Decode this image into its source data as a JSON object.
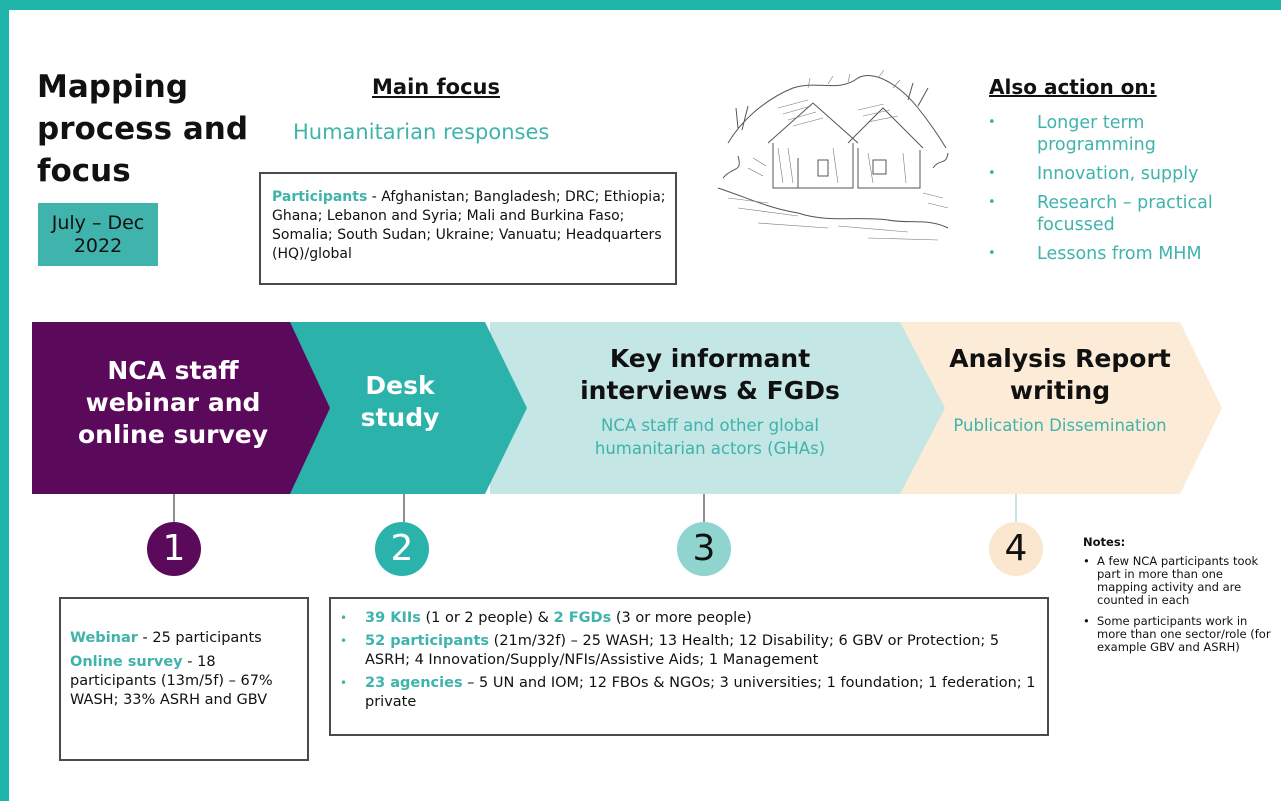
{
  "title": "Mapping process and focus",
  "date_range": "July – Dec 2022",
  "main_focus": {
    "heading": "Main focus",
    "subtitle": "Humanitarian responses",
    "participants_label": "Participants",
    "participants_text": " - Afghanistan; Bangladesh; DRC; Ethiopia; Ghana; Lebanon and Syria; Mali and Burkina Faso; Somalia; South Sudan; Ukraine; Vanuatu; Headquarters (HQ)/global"
  },
  "also_action": {
    "heading": "Also action on:",
    "items": [
      "Longer term programming",
      "Innovation, supply",
      "Research – practical focussed",
      "Lessons from MHM"
    ]
  },
  "stages": [
    {
      "number": "1",
      "title": "NCA staff webinar and online survey",
      "color": "#5b0a5b"
    },
    {
      "number": "2",
      "title": "Desk study",
      "color": "#2bb3ab"
    },
    {
      "number": "3",
      "title": "Key informant interviews & FGDs",
      "subtitle": "NCA staff and other global humanitarian actors (GHAs)",
      "color": "#c4e6e4"
    },
    {
      "number": "4",
      "title": "Analysis Report writing",
      "subtitle": "Publication Dissemination",
      "color": "#fcebd6"
    }
  ],
  "webinar": {
    "label": "Webinar",
    "text": " - 25 participants",
    "survey_label": "Online survey",
    "survey_text": " - 18 participants (13m/5f) – 67% WASH; 33% ASRH and GBV"
  },
  "kii": [
    {
      "label": "39 KIIs",
      "text": " (1 or 2 people) & ",
      "label2": "2 FGDs",
      "text2": " (3 or more people)"
    },
    {
      "label": "52 participants",
      "text": " (21m/32f) – 25 WASH; 13 Health; 12 Disability; 6 GBV or Protection; 5 ASRH; 4 Innovation/Supply/NFIs/Assistive Aids; 1 Management"
    },
    {
      "label": "23 agencies",
      "text": " – 5 UN and IOM; 12 FBOs & NGOs; 3 universities; 1 foundation; 1 federation; 1 private"
    }
  ],
  "notes": {
    "heading": "Notes:",
    "items": [
      "A few NCA participants took part in more than one mapping activity and are counted in each",
      "Some participants work in more than one sector/role (for example GBV and ASRH)"
    ]
  }
}
